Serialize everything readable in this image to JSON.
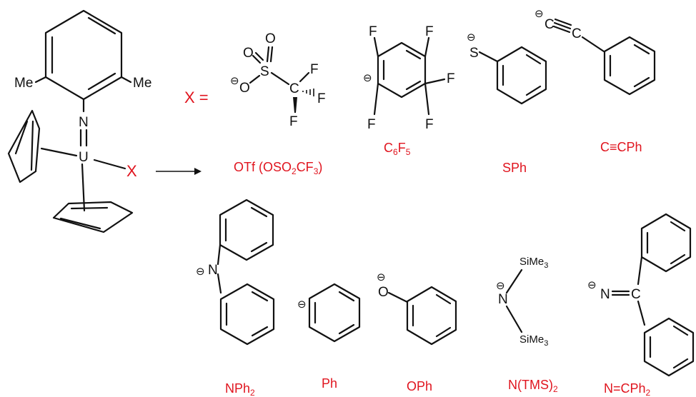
{
  "complex": {
    "methyl_left": "Me",
    "methyl_right": "Me",
    "nitrogen": "N",
    "metal": "U",
    "ligand_x": "X"
  },
  "x_equals": "X =",
  "atoms": {
    "oxygen": "O",
    "sulfur": "S",
    "carbon": "C",
    "fluorine": "F",
    "nitrogen": "N",
    "sime3": "SiMe",
    "sime3_sub": "3",
    "minus": "⊖"
  },
  "labels": {
    "otf": "OTf (OSO",
    "otf_sub1": "2",
    "otf_mid": "CF",
    "otf_sub2": "3",
    "otf_end": ")",
    "c6f5_c": "C",
    "c6f5_sub1": "6",
    "c6f5_f": "F",
    "c6f5_sub2": "5",
    "sph": "SPh",
    "ccph": "C≡CPh",
    "nph2": "NPh",
    "nph2_sub": "2",
    "ph": "Ph",
    "oph": "OPh",
    "ntms2": "N(TMS)",
    "ntms2_sub": "2",
    "ncph2": "N=CPh",
    "ncph2_sub": "2"
  }
}
